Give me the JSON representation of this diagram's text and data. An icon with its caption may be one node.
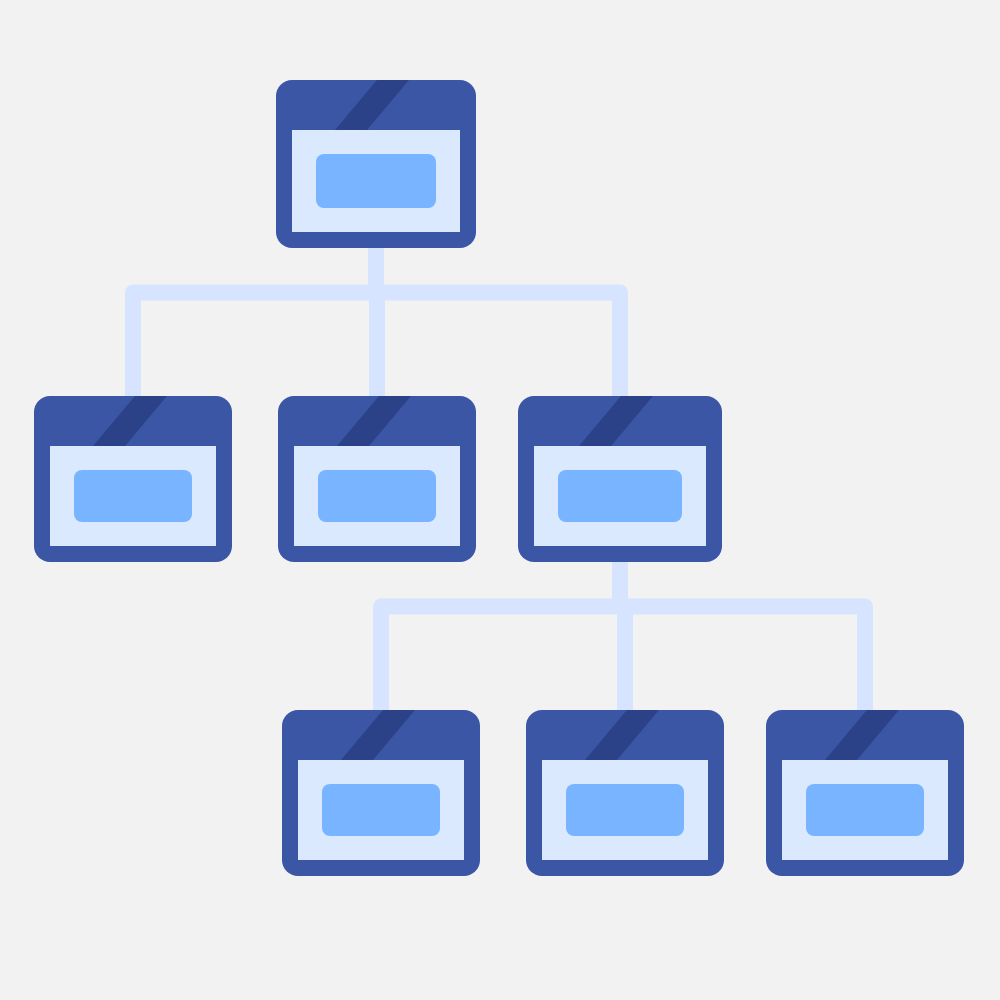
{
  "diagram": {
    "nodes": [
      {
        "text": [],
        "shape": "box"
      },
      {
        "text": [],
        "shape": "box"
      },
      {
        "text": [],
        "shape": "box"
      },
      {
        "text": [],
        "shape": "box"
      },
      {
        "text": [],
        "shape": "box"
      },
      {
        "text": [],
        "shape": "box"
      },
      {
        "text": [],
        "shape": "box"
      }
    ],
    "edges": [
      {
        "from": 0,
        "to": 1,
        "arrow": "none"
      },
      {
        "from": 0,
        "to": 2,
        "arrow": "none"
      },
      {
        "from": 0,
        "to": 3,
        "arrow": "none"
      },
      {
        "from": 3,
        "to": 4,
        "arrow": "none"
      },
      {
        "from": 3,
        "to": 5,
        "arrow": "none"
      },
      {
        "from": 3,
        "to": 6,
        "arrow": "none"
      }
    ]
  }
}
